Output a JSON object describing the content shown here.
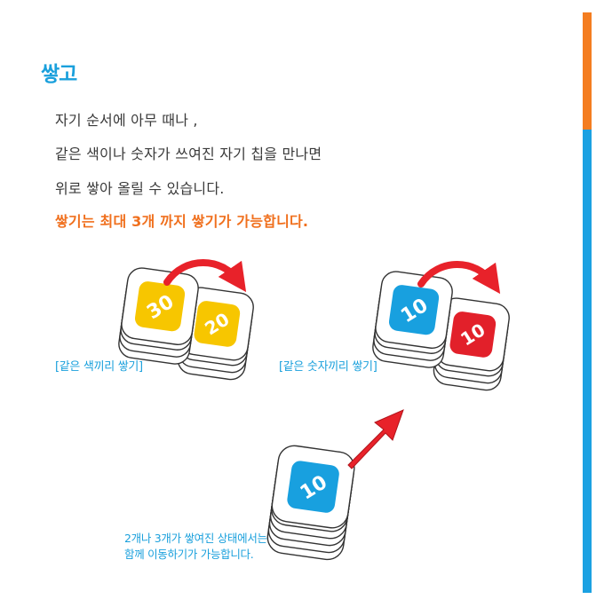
{
  "heading": "쌓고",
  "body_lines": [
    "자기 순서에 아무 때나 ,",
    "같은 색이나 숫자가 쓰여진 자기 칩을 만나면",
    "위로 쌓아 올릴 수 있습니다.",
    "쌓기는 최대 3개 까지 쌓기가 가능합니다."
  ],
  "illustrations": {
    "same_color": {
      "caption": "[같은 색끼리 쌓기]",
      "chips": [
        "30",
        "20"
      ],
      "color": "#f7c600"
    },
    "same_number": {
      "caption": "[같은 숫자끼리 쌓기]",
      "chips": [
        "10",
        "10"
      ],
      "colors": [
        "#18a0df",
        "#e2202a"
      ]
    },
    "stack_move": {
      "chip": "10",
      "caption_line1": "2개나 3개가 쌓여진 상태에서는",
      "caption_line2": "함께 이동하기가 가능합니다."
    }
  },
  "colors": {
    "accent_blue": "#1aa0dc",
    "accent_orange": "#f47d20",
    "arrow_red": "#e8222a"
  }
}
